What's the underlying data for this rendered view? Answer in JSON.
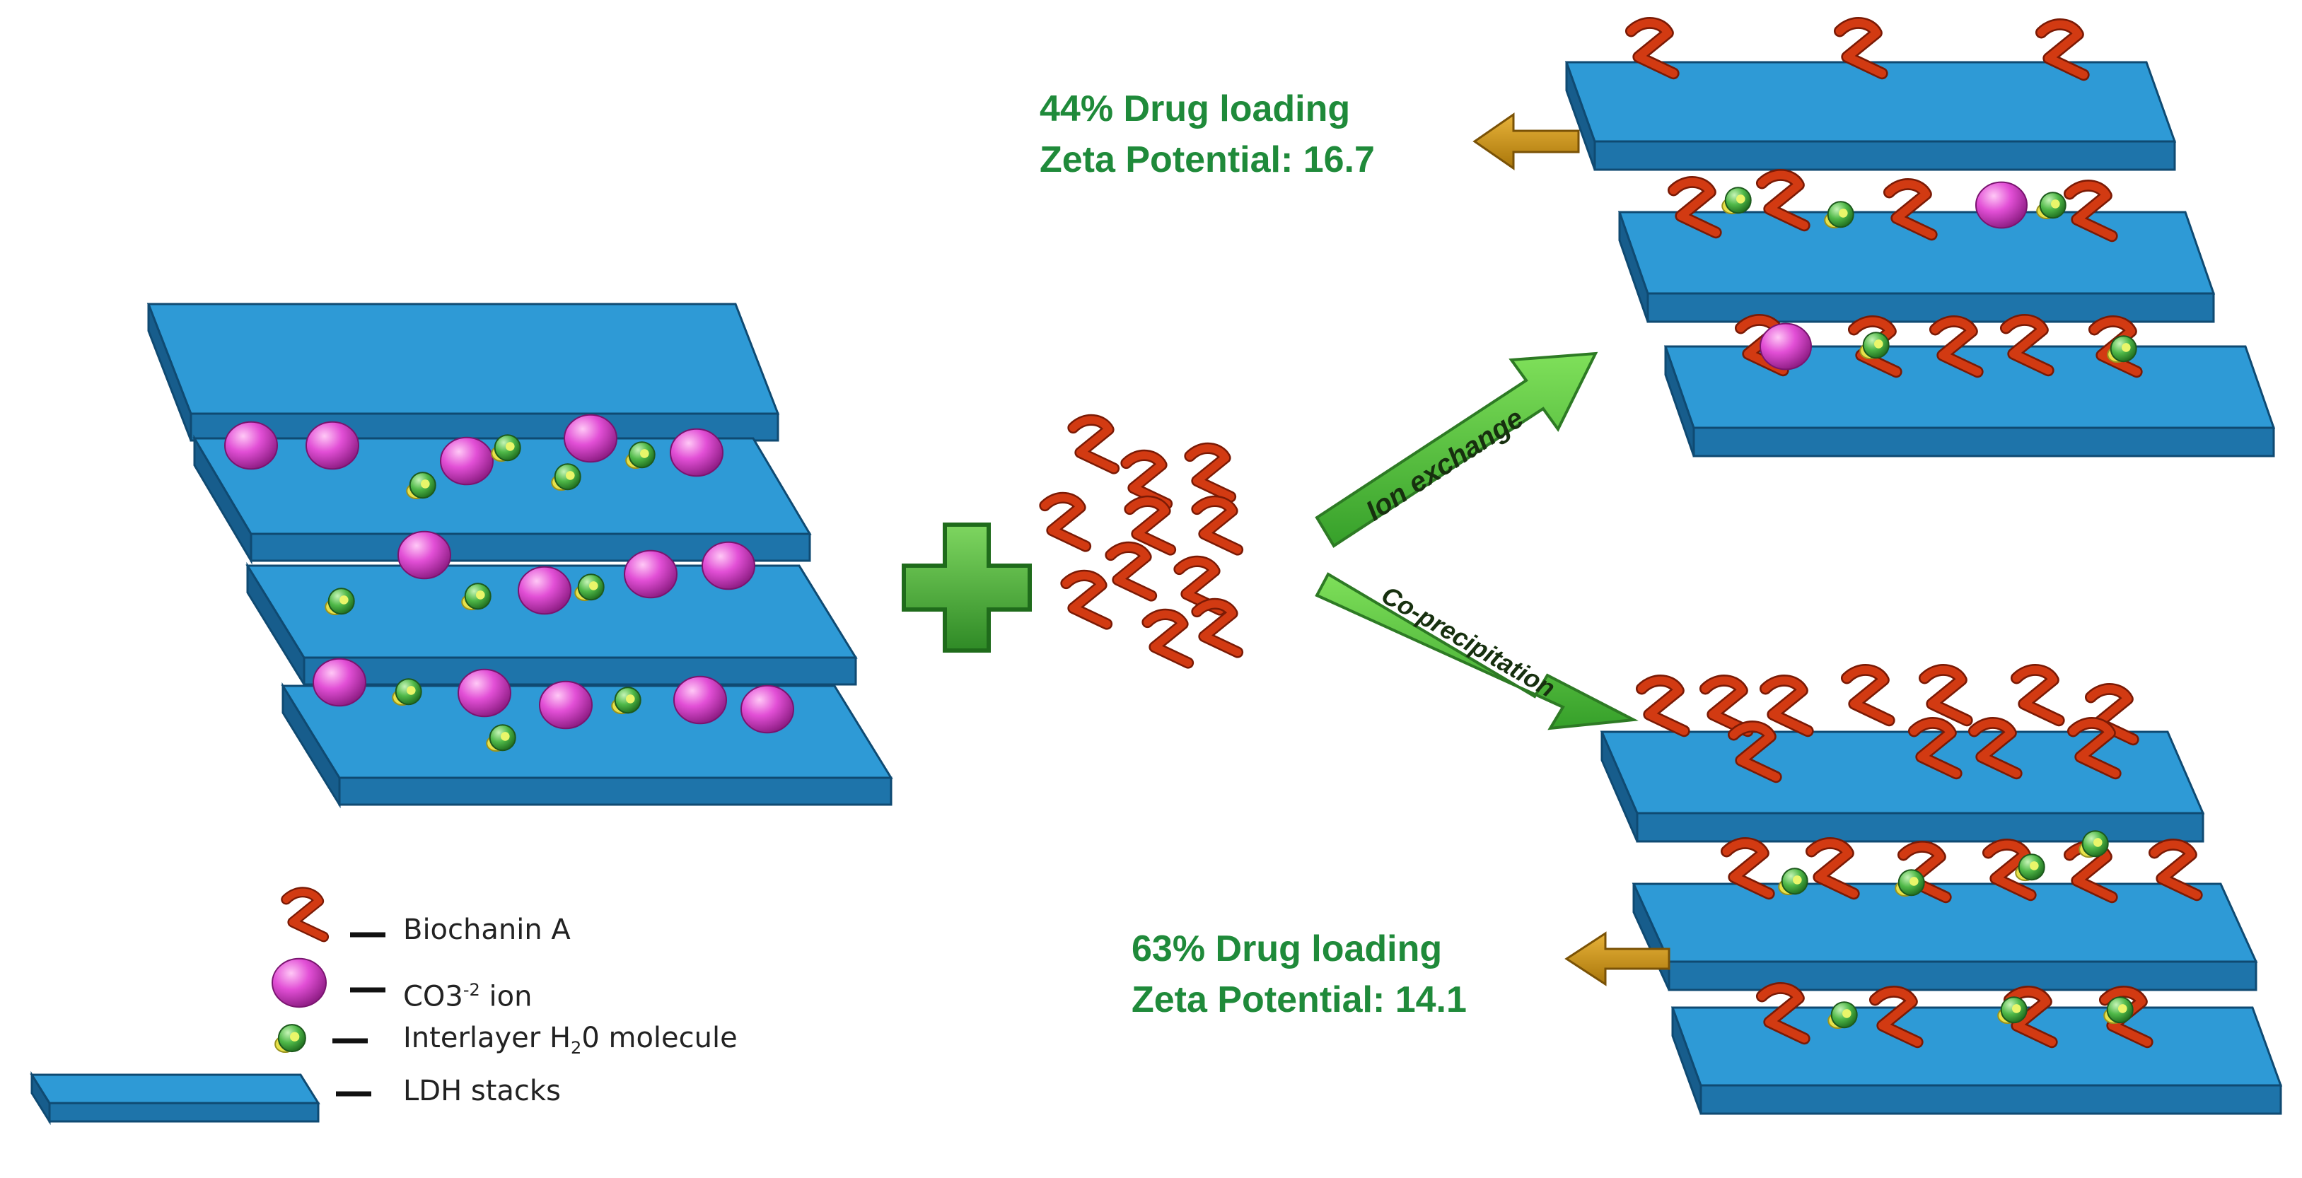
{
  "results": {
    "ion_exchange": {
      "drug_loading": "44% Drug loading",
      "zeta_potential": "Zeta Potential: 16.7"
    },
    "coprecipitation": {
      "drug_loading": "63% Drug loading",
      "zeta_potential": "Zeta Potential: 14.1"
    }
  },
  "routes": {
    "ion_exchange": "Ion exchange",
    "coprecipitation": "Co-precipitation"
  },
  "legend": {
    "biochanin": "Biochanin A",
    "carbonate_prefix": "CO3",
    "carbonate_sup": "-2",
    "carbonate_suffix": " ion",
    "water_prefix": "Interlayer H",
    "water_sub": "2",
    "water_suffix": "0 molecule",
    "ldh": "LDH stacks"
  },
  "colors": {
    "slab_top": "#2e9ad6",
    "slab_front": "#1e74aa",
    "slab_side": "#175d8c",
    "slab_stroke": "#0f4a72",
    "carbonate": "#e24fd6",
    "water": "#4fb848",
    "water_accent": "#e8e24a",
    "drug": "#d23a12",
    "green_arrow": "#4cbf3a",
    "gold_arrow": "#c99112",
    "text_green": "#1f8a3a"
  },
  "icons": {
    "plus": "green-plus-icon",
    "drug_molecule": "biochanin-a-squiggle-icon",
    "carbonate_ion": "carbonate-sphere-icon",
    "water_molecule": "water-molecule-icon"
  }
}
